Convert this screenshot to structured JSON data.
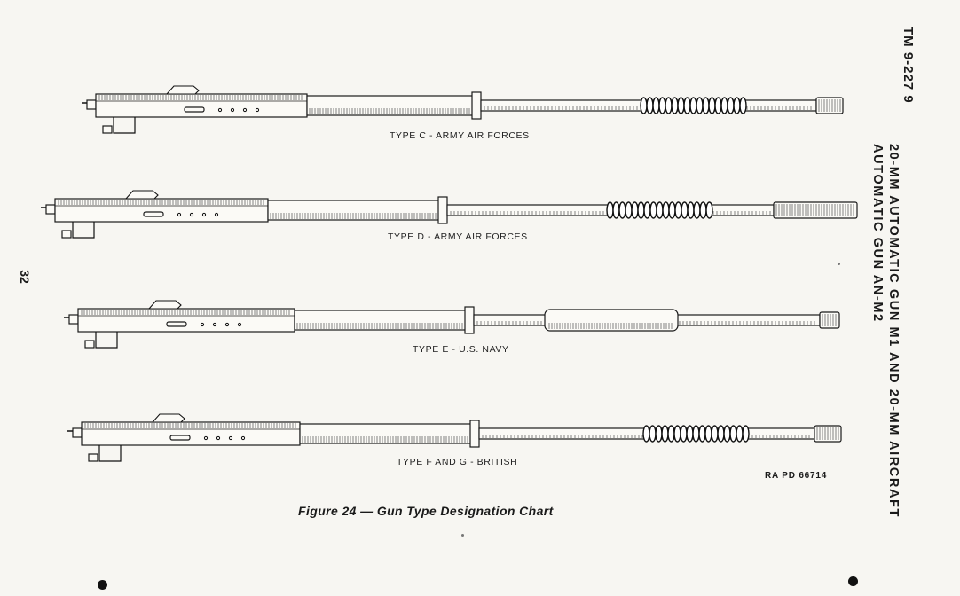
{
  "header": {
    "tm_number": "TM 9-227 9",
    "page_number": "32",
    "running_title_line1": "20-MM AUTOMATIC GUN M1 AND",
    "running_title_line2": "20-MM AIRCRAFT AUTOMATIC GUN AN-M2"
  },
  "guns": [
    {
      "label": "TYPE C - ARMY AIR FORCES"
    },
    {
      "label": "TYPE D - ARMY AIR FORCES"
    },
    {
      "label": "TYPE E - U.S. NAVY"
    },
    {
      "label": "TYPE F AND G - BRITISH"
    }
  ],
  "reference_code": "RA PD 66714",
  "figure_caption": "Figure 24 — Gun Type Designation Chart"
}
